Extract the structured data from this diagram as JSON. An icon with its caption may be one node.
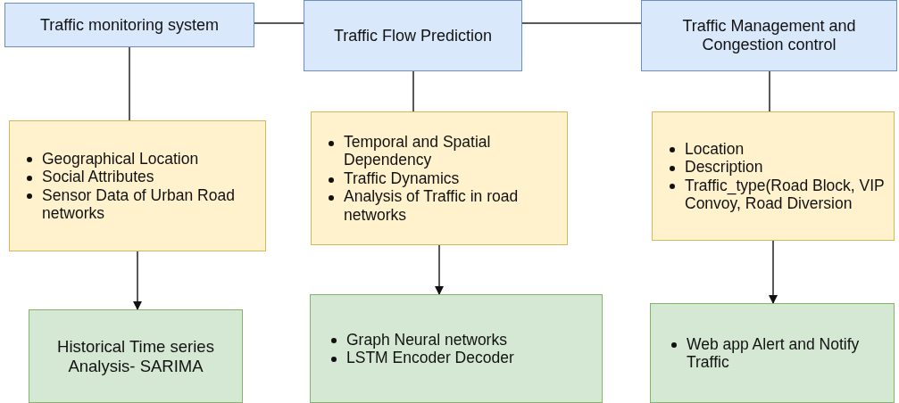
{
  "diagram": {
    "nodes": [
      {
        "text": [
          "Traffic monitoring system"
        ]
      },
      {
        "text": [
          "Traffic Flow Prediction"
        ]
      },
      {
        "text": [
          "Traffic Management and Congestion control"
        ]
      },
      {
        "text": [
          "Geographical Location",
          "Social Attributes",
          "Sensor Data of Urban Road networks"
        ]
      },
      {
        "text": [
          "Temporal and Spatial Dependency",
          "Traffic Dynamics",
          "Analysis of Traffic in road networks"
        ]
      },
      {
        "text": [
          "Location",
          "Description",
          "Traffic_type(Road Block, VIP Convoy, Road Diversion"
        ]
      },
      {
        "text": [
          "Historical Time series Analysis- SARIMA"
        ]
      },
      {
        "text": [
          "Graph Neural networks",
          "LSTM Encoder Decoder"
        ]
      },
      {
        "text": [
          "Web app Alert and Notify Traffic"
        ]
      }
    ],
    "edges": [
      {
        "from": 0,
        "to": 1,
        "arrow": "none"
      },
      {
        "from": 1,
        "to": 2,
        "arrow": "none"
      },
      {
        "from": 0,
        "to": 3,
        "arrow": "none"
      },
      {
        "from": 3,
        "to": 6,
        "arrow": "to"
      },
      {
        "from": 1,
        "to": 4,
        "arrow": "none"
      },
      {
        "from": 4,
        "to": 7,
        "arrow": "to"
      },
      {
        "from": 2,
        "to": 5,
        "arrow": "none"
      },
      {
        "from": 5,
        "to": 8,
        "arrow": "to"
      }
    ]
  }
}
